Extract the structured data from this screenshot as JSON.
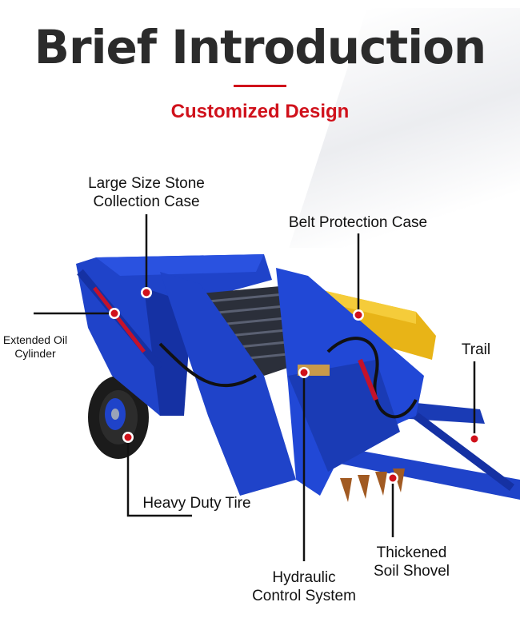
{
  "header": {
    "title": "Brief Introduction",
    "subtitle": "Customized Design"
  },
  "colors": {
    "accent_red": "#d0111b",
    "machine_blue": "#1f43c9",
    "frame_dark_blue": "#1531a3",
    "belt_case_yellow": "#e8b417",
    "tire_black": "#1b1b1b"
  },
  "callouts": {
    "stone_case": {
      "line1": "Large Size Stone",
      "line2": "Collection Case"
    },
    "belt_case": "Belt Protection Case",
    "oil_cylinder": {
      "line1": "Extended Oil",
      "line2": "Cylinder"
    },
    "trail": "Trail",
    "tire": "Heavy Duty Tire",
    "soil_shovel": {
      "line1": "Thickened",
      "line2": "Soil Shovel"
    },
    "hydraulic": {
      "line1": "Hydraulic",
      "line2": "Control System"
    }
  }
}
